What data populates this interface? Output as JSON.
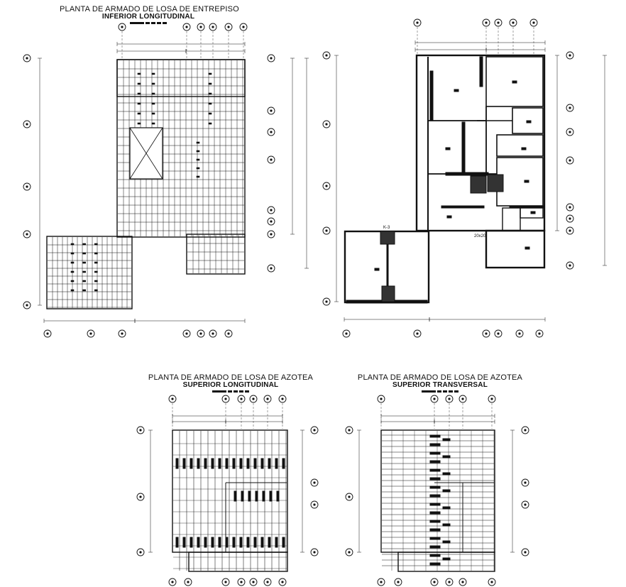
{
  "drawing": {
    "plan_a": {
      "title": "PLANTA DE ARMADO DE LOSA DE ENTREPISO",
      "subtitle": "INFERIOR LONGITUDINAL"
    },
    "plan_c": {
      "title": "PLANTA DE ARMADO DE LOSA DE AZOTEA",
      "subtitle": "SUPERIOR LONGITUDINAL"
    },
    "plan_d": {
      "title": "PLANTA DE ARMADO DE LOSA DE AZOTEA",
      "subtitle": "SUPERIOR TRANSVERSAL"
    },
    "plan_b": {
      "label_column_1": "K-3",
      "label_column_2": "20x20"
    }
  },
  "colors": {
    "line": "#111111",
    "hatch": "#333333",
    "paper": "#ffffff"
  }
}
